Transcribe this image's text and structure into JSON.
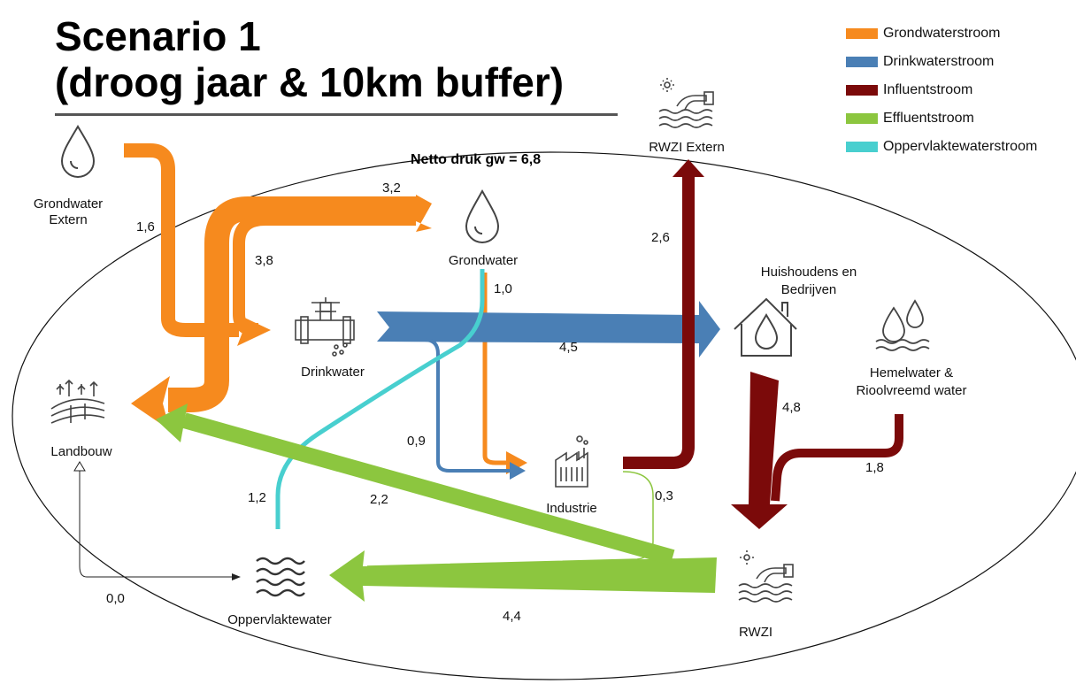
{
  "title": {
    "line1": "Scenario 1",
    "line2": "(droog jaar & 10km buffer)"
  },
  "legend": [
    {
      "label": "Grondwaterstroom",
      "color": "#f68a1e"
    },
    {
      "label": "Drinkwaterstroom",
      "color": "#4a7fb5"
    },
    {
      "label": "Influentstroom",
      "color": "#7b0a0a"
    },
    {
      "label": "Effluentstroom",
      "color": "#8cc63f"
    },
    {
      "label": "Oppervlaktewaterstroom",
      "color": "#48cfcf"
    }
  ],
  "netto_label": "Netto druk gw = 6,8",
  "nodes": {
    "grondwater_extern": "Grondwater\nExtern",
    "grondwater": "Grondwater",
    "rwzi_extern": "RWZI Extern",
    "drinkwater": "Drinkwater",
    "huishoudens": "Huishoudens en\nBedrijven",
    "hemelwater": "Hemelwater &\nRioolvreemd water",
    "landbouw": "Landbouw",
    "industrie": "Industrie",
    "oppervlaktewater": "Oppervlaktewater",
    "rwzi": "RWZI"
  },
  "flows": {
    "gw_extern_drinkwater": "1,6",
    "gw_landbouw": "3,2",
    "gw_drinkwater": "3,8",
    "gw_industrie": "1,0",
    "influent_rwzi_extern": "2,6",
    "drinkwater_huishoudens": "4,5",
    "huishoudens_rwzi": "4,8",
    "drinkwater_industrie": "0,9",
    "hemelwater_rwzi": "1,8",
    "industrie_rwzi": "0,3",
    "oppervlakte_grondwater": "1,2",
    "rwzi_landbouw": "2,2",
    "oppervlakte_landbouw": "0,0",
    "rwzi_oppervlaktewater": "4,4"
  },
  "icons": {
    "grondwater_extern": "water-drop-icon",
    "grondwater": "water-drop-icon",
    "rwzi_extern": "treatment-plant-icon",
    "drinkwater": "water-tap-icon",
    "huishoudens": "house-icon",
    "hemelwater": "rain-water-icon",
    "landbouw": "agriculture-icon",
    "industrie": "factory-icon",
    "oppervlaktewater": "waves-icon",
    "rwzi": "treatment-plant-icon"
  }
}
